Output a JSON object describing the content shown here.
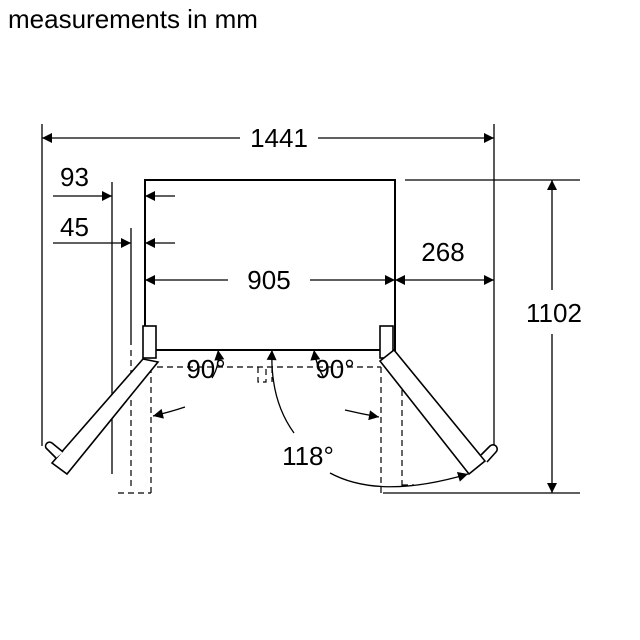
{
  "title": "measurements in mm",
  "dimensions": {
    "total_width": "1441",
    "side_clearance_93": "93",
    "side_clearance_45": "45",
    "appliance_width": "905",
    "door_open_extension": "268",
    "total_depth": "1102"
  },
  "angles": {
    "left_door": "90°",
    "right_door": "90°",
    "max_opening": "118°"
  }
}
